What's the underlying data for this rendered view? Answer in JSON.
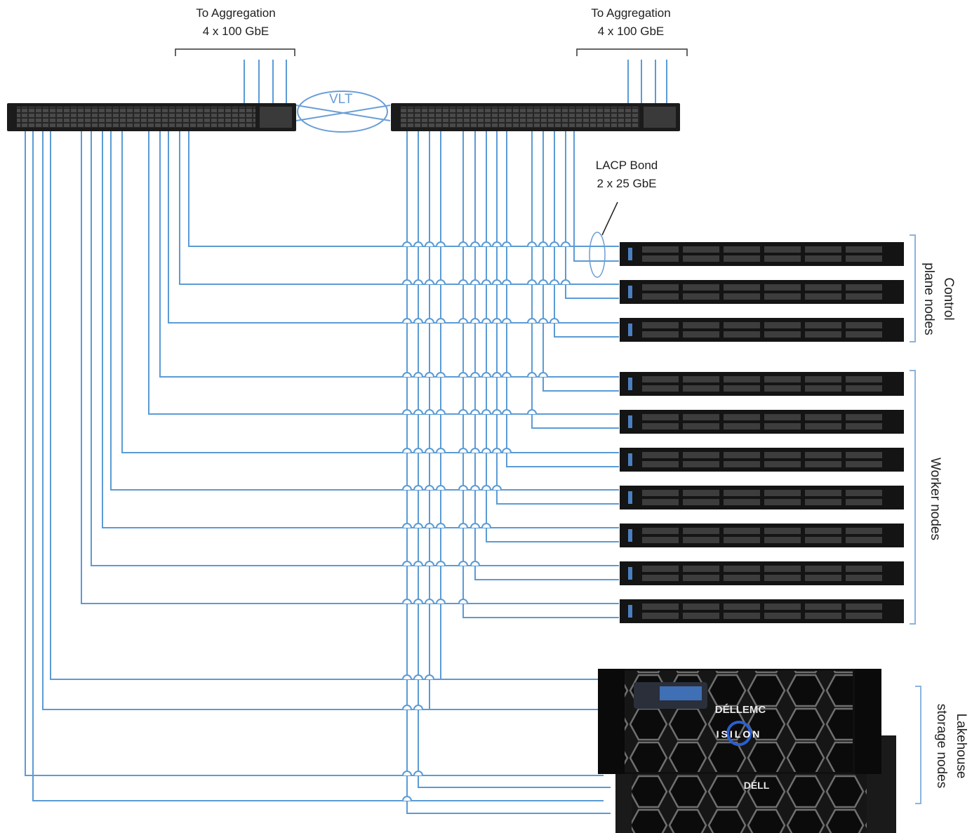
{
  "labels": {
    "agg_left_line1": "To Aggregation",
    "agg_left_line2": "4 x 100 GbE",
    "agg_right_line1": "To Aggregation",
    "agg_right_line2": "4 x 100 GbE",
    "vlt": "VLT",
    "lacp_line1": "LACP Bond",
    "lacp_line2": "2 x 25 GbE",
    "control_line1": "Control",
    "control_line2": "plane nodes",
    "worker": "Worker nodes",
    "lakehouse_line1": "Lakehouse",
    "lakehouse_line2": "storage nodes",
    "storage_brand": "DÉLLEMC",
    "storage_model": "ISILON",
    "storage_brand_2": "DÉLL"
  },
  "colors": {
    "link": "#5b9bd5",
    "switch_body": "#1b1b1b",
    "server_body": "#141414",
    "bracket": "#8ab4e0",
    "vlt": "#6a9ed6"
  },
  "icons": [
    "switch-icon",
    "server-icon",
    "storage-array-icon"
  ]
}
